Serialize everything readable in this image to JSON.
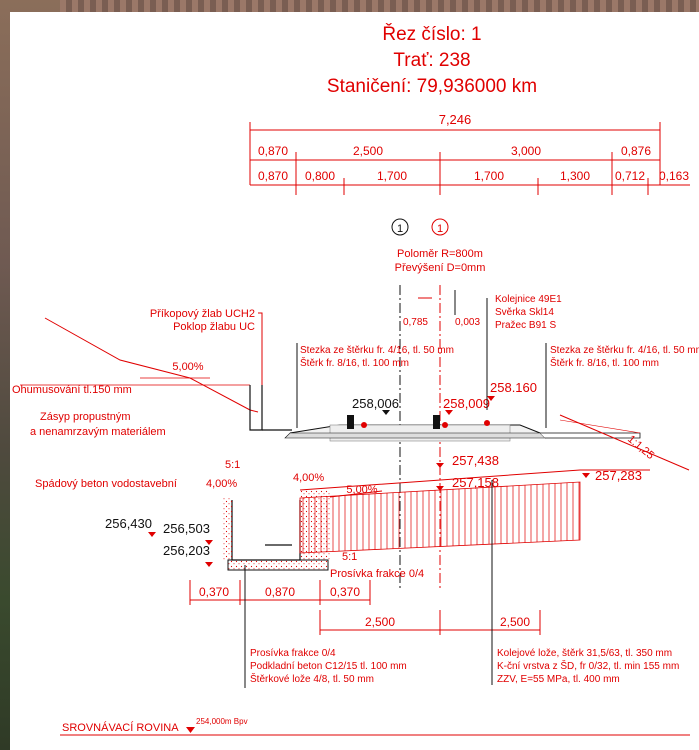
{
  "title": {
    "line1": "Řez číslo: 1",
    "line2": "Trať: 238",
    "line3": "Staničení: 79,936000 km"
  },
  "dimensions": {
    "total": "7,246",
    "row1": [
      "0,870",
      "2,500",
      "3,000",
      "0,876"
    ],
    "row2": [
      "0,870",
      "0,800",
      "1,700",
      "1,700",
      "1,300",
      "0,712",
      "0,163"
    ],
    "bottom1": [
      "0,370",
      "0,870",
      "0,370"
    ],
    "bottom2": [
      "2,500",
      "2,500"
    ]
  },
  "markers": [
    "1",
    "1"
  ],
  "curve": {
    "radius": "Poloměr R=800m",
    "cant": "Převýšení D=0mm",
    "d1": "0,785",
    "d2": "0,003"
  },
  "labels": {
    "prikop1": "Příkopový žlab UCH2",
    "prikop2": "Poklop žlabu UC",
    "slope_left": "5,00%",
    "humus": "Ohumusování tl.150 mm",
    "zasyp1": "Zásyp propustným",
    "zasyp2": "a nenamrzavým materiálem",
    "ratio1": "5:1",
    "beton": "Spádový beton vodostavební",
    "pct4a": "4,00%",
    "pct4b": "4,00%",
    "pct5": "5,00%",
    "ratio2": "5:1",
    "prosivka_mid": "Prosívka frakce 0/4",
    "slope_right": "1:1,25",
    "stezka_l1": "Stezka ze štěrku fr. 4/16, tl. 50 mm",
    "stezka_l2": "Štěrk  fr. 8/16, tl. 100 mm",
    "stezka_r1": "Stezka ze štěrku fr. 4/16, tl. 50 mm",
    "stezka_r2": "Štěrk  fr. 8/16, tl. 100 mm",
    "rail1": "Kolejnice 49E1",
    "rail2": "Svěrka Skl14",
    "rail3": "Pražec B91 S",
    "bottom_l1": "Prosívka frakce 0/4",
    "bottom_l2": "Podkladní beton C12/15 tl. 100 mm",
    "bottom_l3": "Štěrkové lože 4/8, tl. 50 mm",
    "bottom_r1": "Kolejové lože, štěrk 31,5/63, tl. 350 mm",
    "bottom_r2": "K-ční vrstva z ŠD, fr 0/32, tl. min 155 mm",
    "bottom_r3": "ZZV, E=55 MPa, tl. 400 mm",
    "datum": "SROVNÁVACÍ ROVINA",
    "datum_level": "254,000m Bpv"
  },
  "elevations": {
    "rail_left": "258,006",
    "rail_right": "258,009",
    "path_right": "258.160",
    "sub1": "257,438",
    "sub2": "257,158",
    "sub_right": "257,283",
    "l1": "256,430",
    "l2": "256,503",
    "l3": "256,203"
  },
  "colors": {
    "ink_red": "#e00000",
    "ink_black": "#111111"
  }
}
